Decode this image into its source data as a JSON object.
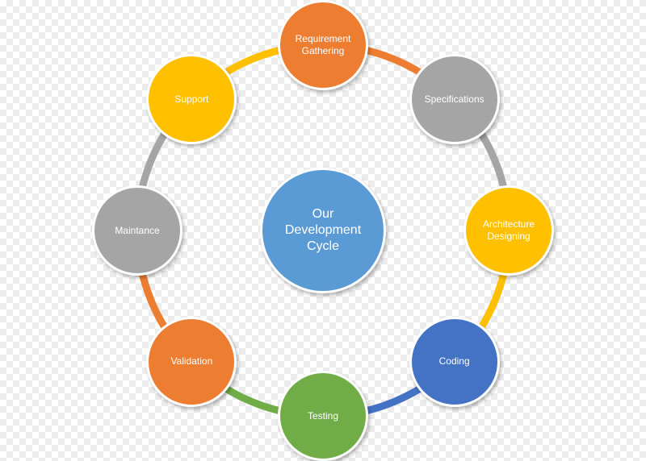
{
  "center": {
    "label": "Our\nDevelopment\nCycle",
    "color": "#5b9bd5"
  },
  "stages": [
    {
      "label": "Requirement\nGathering",
      "color": "#ed7d31"
    },
    {
      "label": "Specifications",
      "color": "#a5a5a5"
    },
    {
      "label": "Architecture\nDesigning",
      "color": "#ffc000"
    },
    {
      "label": "Coding",
      "color": "#4472c4"
    },
    {
      "label": "Testing",
      "color": "#70ad47"
    },
    {
      "label": "Validation",
      "color": "#ed7d31"
    },
    {
      "label": "Maintance",
      "color": "#a5a5a5"
    },
    {
      "label": "Support",
      "color": "#ffc000"
    }
  ]
}
